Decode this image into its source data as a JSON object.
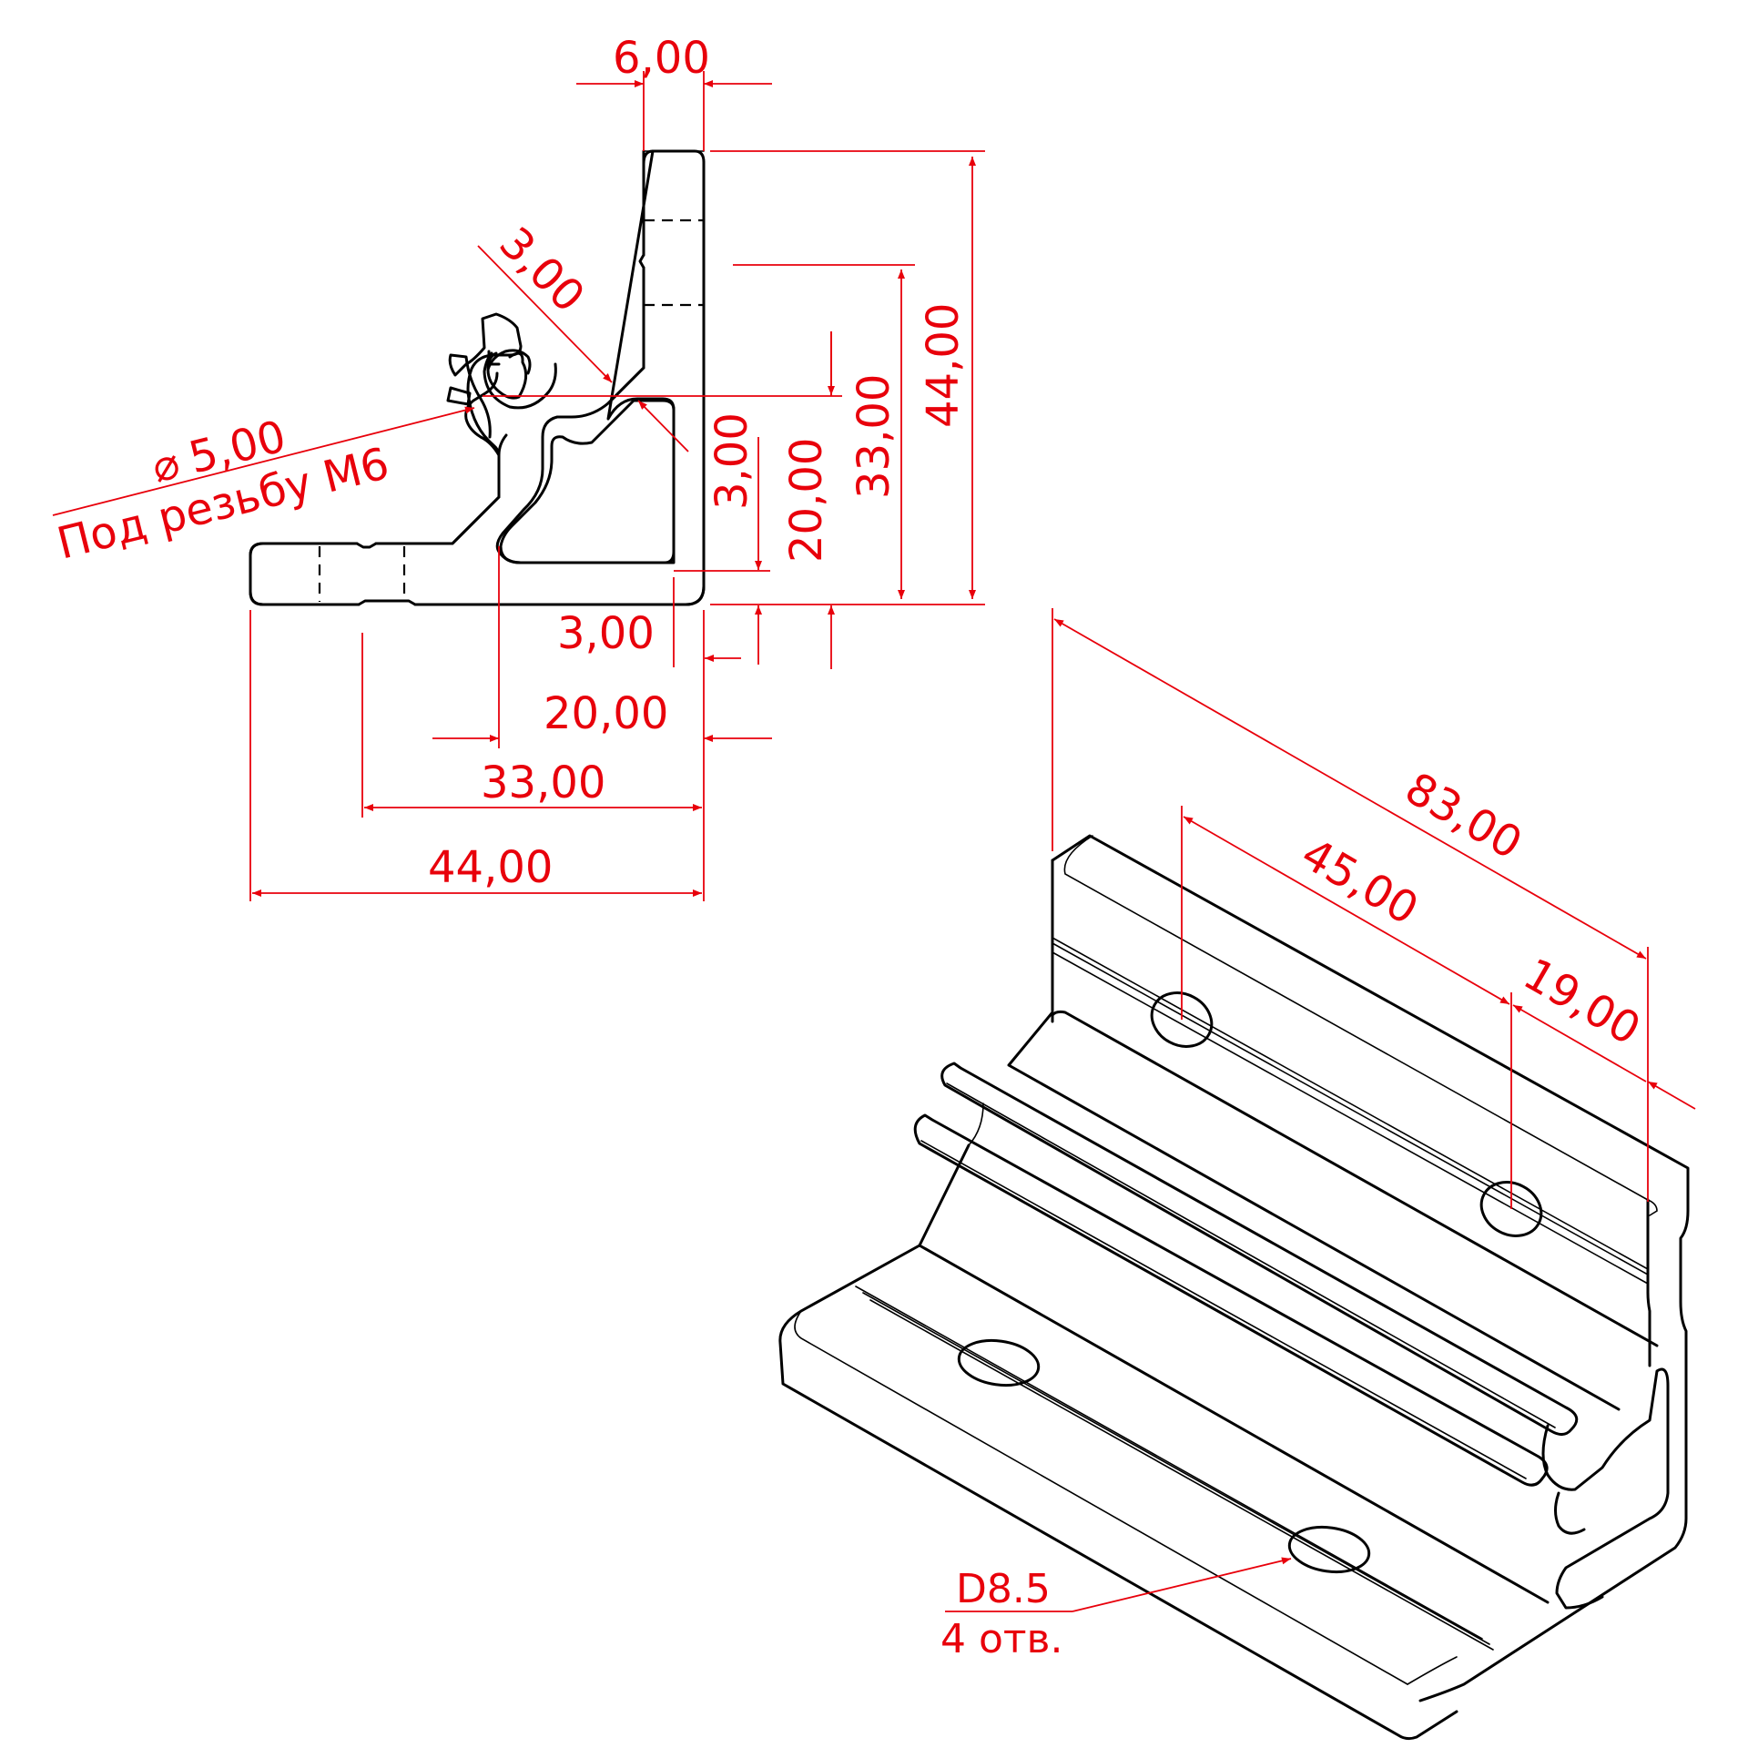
{
  "colors": {
    "dimension": "#e8000b",
    "outline": "#000000",
    "background": "#ffffff"
  },
  "section_view": {
    "dimensions": {
      "wall_thickness": "6,00",
      "groove_offset": "3,00",
      "overall_height": "44,00",
      "height_33": "33,00",
      "height_20": "20,00",
      "inner_fillet_v": "3,00",
      "inner_fillet_h": "3,00",
      "width_20": "20,00",
      "width_33": "33,00",
      "overall_width": "44,00"
    },
    "hole_note": {
      "diameter_symbol": "⌀",
      "diameter": "5,00",
      "thread": "Под резьбу М6"
    }
  },
  "iso_view": {
    "dimensions": {
      "length": "83,00",
      "hole_spacing": "45,00",
      "edge_offset": "19,00"
    },
    "hole_note": {
      "diameter": "D8.5",
      "count": "4 отв."
    }
  }
}
